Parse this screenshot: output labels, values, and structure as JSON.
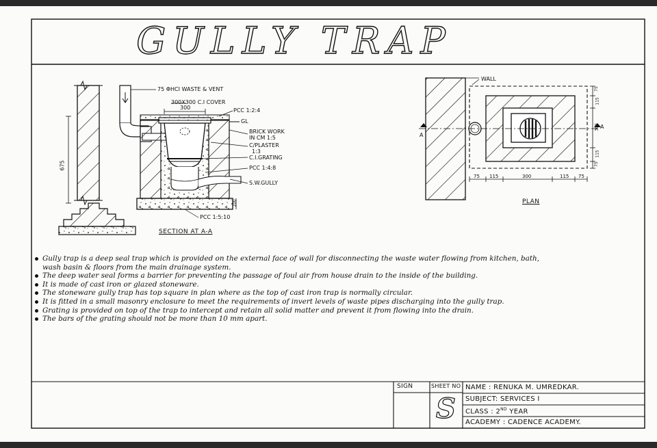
{
  "title": "GULLY TRAP",
  "section": {
    "caption": "SECTION AT A-A",
    "labels": {
      "waste_vent": "75 ΦHCI WASTE & VENT",
      "cover": "300X300 C.I COVER",
      "dim_300": "300",
      "pcc_top": "PCC 1:2:4",
      "gl": "GL",
      "brickwork_1": "BRICK WORK",
      "brickwork_2": "IN CM 1:5",
      "plaster_1": "C/PLASTER",
      "plaster_2": "1:3",
      "grating": "C.I.GRATING",
      "pcc_mid": "PCC 1:4:8",
      "gully": "S.W.GULLY",
      "pcc_base": "PCC 1:5:10",
      "dim_675": "675",
      "dim_100": "100"
    }
  },
  "plan": {
    "caption": "PLAN",
    "wall": "WALL",
    "section_marker": "A",
    "dims_bottom": [
      "75",
      "115",
      "300",
      "115",
      "75"
    ],
    "dims_right": [
      "75",
      "115",
      "300",
      "115",
      "75"
    ]
  },
  "notes": [
    "Gully trap is a deep seal trap which is provided on the external face of wall for disconnecting the waste water flowing from kitchen, bath,",
    "wash basin & floors from the main drainage system.",
    "The deep water seal forms a barrier for preventing the passage of foul air from house drain to the inside of the building.",
    "It is made of cast iron or glazed stoneware.",
    "The stoneware gully trap has top square in plan where as the top of cast iron trap is normally circular.",
    "It is fitted in a small masonry enclosure to meet the requirements of invert levels of waste pipes discharging into the gully trap.",
    "Grating is provided on top of the trap to intercept and retain all solid matter and prevent it from flowing into the drain.",
    "The bars of the grating should not be more than 10 mm apart."
  ],
  "title_block": {
    "sign": "SIGN",
    "sheet_no": "SHEET NO",
    "sheet_letter": "S",
    "name": "NAME   : RENUKA M. UMREDKAR.",
    "subject": "SUBJECT: SERVICES I",
    "class_prefix": "CLASS   : 2",
    "class_sup": "ND",
    "class_suffix": " YEAR",
    "academy": "ACADEMY : CADENCE ACADEMY."
  }
}
